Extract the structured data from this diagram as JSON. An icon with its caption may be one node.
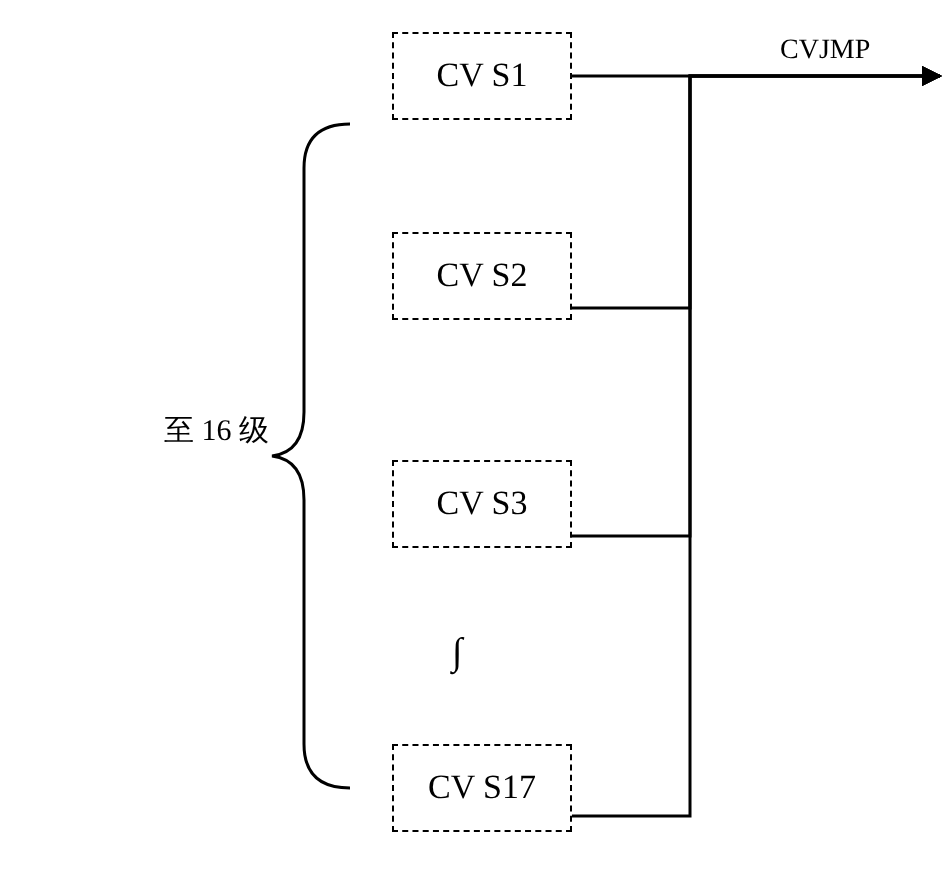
{
  "diagram": {
    "nodes": [
      {
        "text": [
          "CV S1"
        ]
      },
      {
        "text": [
          "CV S2"
        ]
      },
      {
        "text": [
          "CV S3"
        ]
      },
      {
        "text": [
          "CV S17"
        ]
      }
    ],
    "edges": [
      {
        "from": 0,
        "to": null,
        "arrow": "to",
        "label": "CVJMP"
      },
      {
        "from": 1,
        "to": null,
        "arrow": "to"
      },
      {
        "from": 2,
        "to": null,
        "arrow": "to"
      },
      {
        "from": 3,
        "to": null,
        "arrow": "to"
      }
    ],
    "labels": [
      "至 16 级",
      "∫"
    ]
  }
}
